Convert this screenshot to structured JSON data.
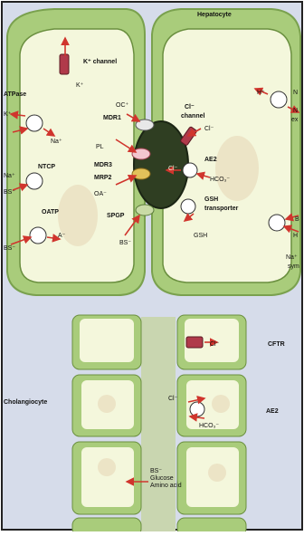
{
  "top": {
    "title": "Hepatocyte",
    "k_channel": "K⁺ channel",
    "k_ion": "K⁺",
    "atpase": "ATPase",
    "k_left": "K⁺",
    "na_left": "Na⁺",
    "ntcp": "NTCP",
    "ntcp_ion": "Na⁺",
    "bs_left": "BS⁻",
    "oatp": "OATP",
    "bs_left2": "BS⁻",
    "a_ion": "A⁻",
    "oc": "OC⁺",
    "mdr1": "MDR1",
    "pl": "PL",
    "mdr3": "MDR3",
    "mrp2": "MRP2",
    "oa": "OA⁻",
    "spgp": "SPGP",
    "bs_canal": "BS⁻",
    "cl_channel_1": "Cl⁻",
    "cl_channel_2": "channel",
    "cl_ion": "Cl⁻",
    "cl_lumen": "Cl⁻",
    "ae2": "AE2",
    "hco3": "HCO₃⁻",
    "gsh_tr_1": "GSH",
    "gsh_tr_2": "transporter",
    "gsh": "GSH",
    "h_ion": "H⁺",
    "n_right": "N",
    "na_exch": "N",
    "ex": "ex",
    "b_right": "B",
    "h_right": "H",
    "na_sym": "Na⁺",
    "sym": "sym"
  },
  "bottom": {
    "cholangiocyte": "Cholangiocyte",
    "cl_cftr": "Cl⁻",
    "cftr": "CFTR",
    "cl_ae2": "Cl⁻",
    "hco3_ae2": "HCO₃⁻",
    "ae2": "AE2",
    "bs": "BS⁻",
    "glucose": "Glucose",
    "amino": "Amino acid"
  },
  "colors": {
    "membrane": "#9dc36b",
    "cytoplasm": "#f4f7dc",
    "nucleus": "#ece4c6",
    "canaliculus": "#2f3e22",
    "arrow": "#d0352d",
    "background": "#d6dcea"
  }
}
